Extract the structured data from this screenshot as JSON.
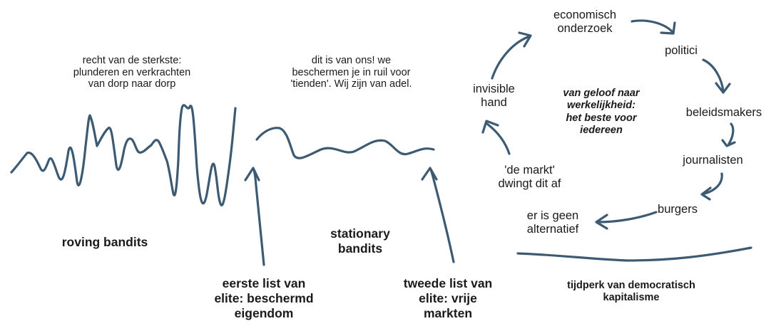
{
  "stroke_color": "#3c5a72",
  "labels": {
    "roving_note": "recht van de sterkste:\nplunderen en verkrachten\nvan dorp naar dorp",
    "roving": "roving bandits",
    "first_trick": "eerste list van\nelite: beschermd\neigendom",
    "stationary_note": "dit is van ons! we\nbeschermen je in ruil voor\n'tienden'. Wij zijn van adel.",
    "stationary": "stationary\nbandits",
    "second_trick": "tweede list van\nelite: vrije\nmarkten",
    "cycle_center": "van geloof naar\nwerkelijkheid:\nhet beste voor\niedereen",
    "economic_research": "economisch\nonderzoek",
    "politicians": "politici",
    "policymakers": "beleidsmakers",
    "journalists": "journalisten",
    "citizens": "burgers",
    "no_alternative": "er is geen\nalternatief",
    "market_forces": "'de markt'\ndwingt dit af",
    "invisible_hand": "invisible\nhand",
    "era": "tijdperk van democratisch\nkapitalisme"
  }
}
